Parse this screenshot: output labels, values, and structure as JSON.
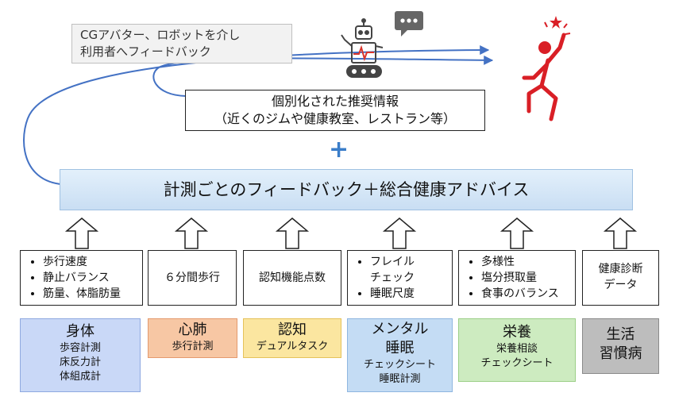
{
  "callout": {
    "line1": "CGアバター、ロボットを介し",
    "line2": "利用者へフィードバック"
  },
  "recommendation": {
    "line1": "個別化された推奨情報",
    "line2": "（近くのジムや健康教室、レストラン等）"
  },
  "plus_sign": "+",
  "advice_bar": "計測ごとのフィードバック＋総合健康アドバイス",
  "measurements": [
    {
      "items": [
        "歩行速度",
        "静止バランス",
        "筋量、体脂肪量"
      ]
    },
    {
      "text": "６分間歩行"
    },
    {
      "text": "認知機能点数"
    },
    {
      "items": [
        "フレイル\nチェック",
        "睡眠尺度"
      ]
    },
    {
      "items": [
        "多様性",
        "塩分摂取量",
        "食事のバランス"
      ]
    },
    {
      "text": "健康診断\nデータ"
    }
  ],
  "categories": [
    {
      "title": "身体",
      "sub": "歩容計測\n床反力計\n体組成計",
      "color": "#c9d8f7"
    },
    {
      "title": "心肺",
      "sub": "歩行計測",
      "color": "#f7c7a4"
    },
    {
      "title": "認知",
      "sub": "デュアルタスク",
      "color": "#fbe6a0"
    },
    {
      "title": "メンタル\n睡眠",
      "sub": "チェックシート\n睡眠計測",
      "color": "#c4dcf4"
    },
    {
      "title": "栄養",
      "sub": "栄養相談\nチェックシート",
      "color": "#cdebc0"
    },
    {
      "title": "生活\n習慣病",
      "sub": "",
      "color": "#bdbdbd"
    }
  ],
  "icons": {
    "speech": "speech-bubble-icon",
    "robot": "robot-icon",
    "person": "cheering-person-icon"
  }
}
